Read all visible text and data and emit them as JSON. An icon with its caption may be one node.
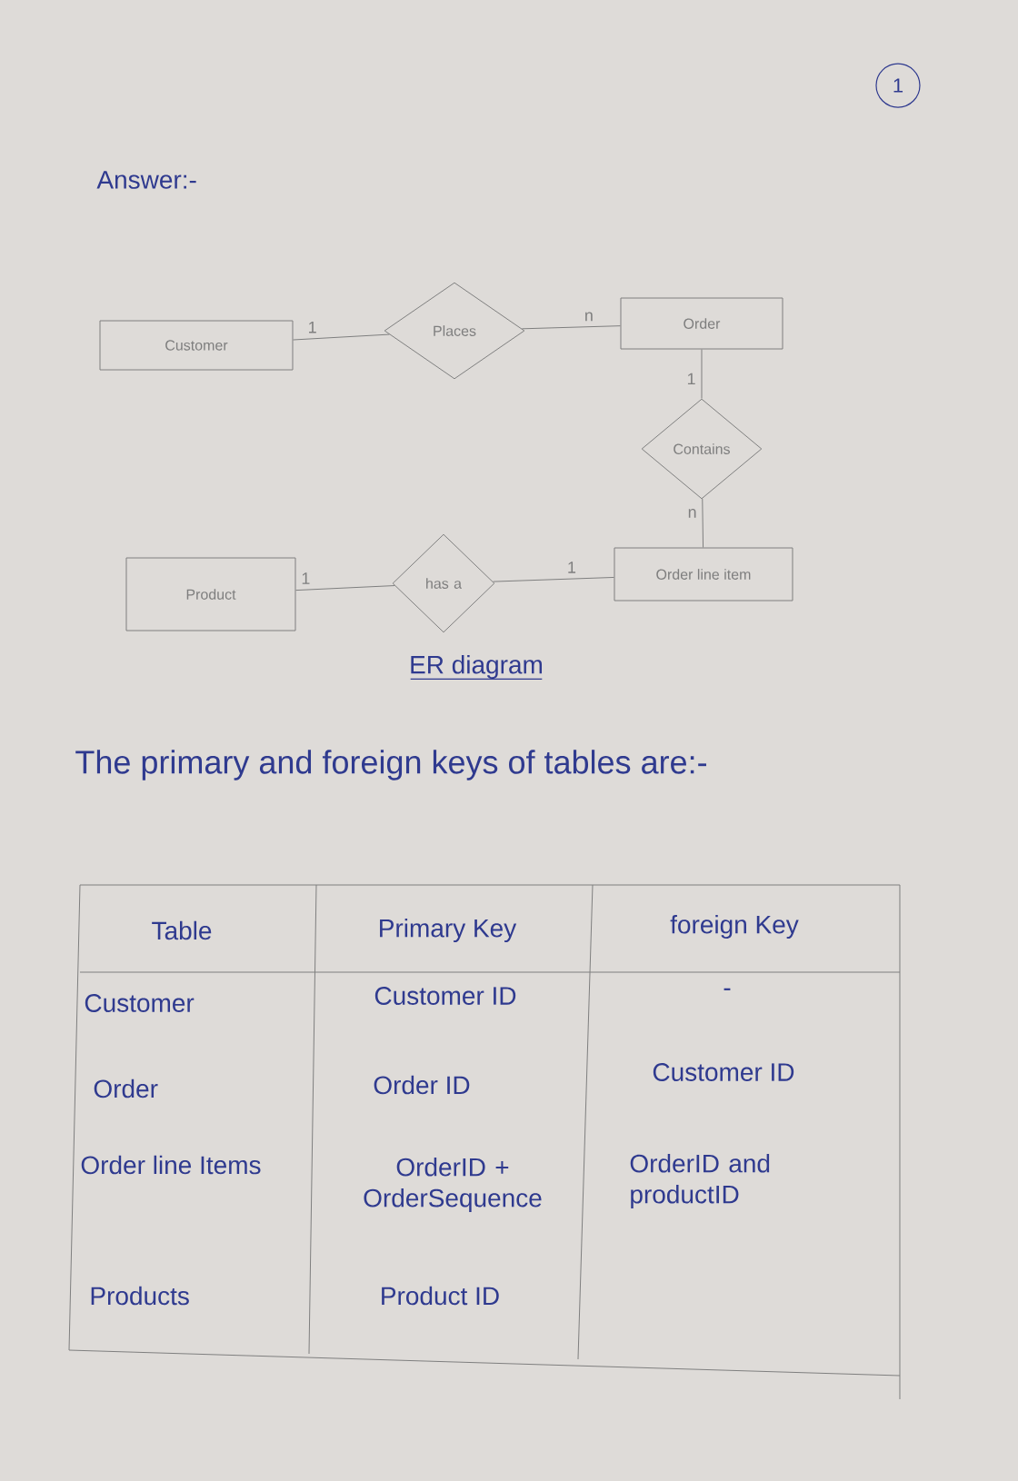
{
  "diagram": {
    "title": "Answer:-",
    "caption": "ER diagram",
    "nodes": [
      {
        "text": [
          "Customer"
        ]
      },
      {
        "text": [
          "Places"
        ]
      },
      {
        "text": [
          "Order"
        ]
      },
      {
        "text": [
          "Contains"
        ]
      },
      {
        "text": [
          "Product"
        ]
      },
      {
        "text": [
          "has a"
        ]
      },
      {
        "text": [
          "Order line item"
        ]
      }
    ],
    "edges": [
      {
        "from": 0,
        "to": 1,
        "arrow": "none",
        "label": "1"
      },
      {
        "from": 1,
        "to": 2,
        "arrow": "none",
        "label": "n"
      },
      {
        "from": 2,
        "to": 3,
        "arrow": "none",
        "label": "1"
      },
      {
        "from": 3,
        "to": 6,
        "arrow": "none",
        "label": "n"
      },
      {
        "from": 4,
        "to": 5,
        "arrow": "none",
        "label": "1"
      },
      {
        "from": 5,
        "to": 6,
        "arrow": "none",
        "label": "1"
      }
    ],
    "labels": [
      "1",
      "The primary and foreign keys of tables are:-",
      "Table",
      "Primary Key",
      "foreign Key",
      "Customer",
      "Customer ID",
      "-",
      "Order",
      "Order ID",
      "Customer ID",
      "Order line Items",
      "OrderID + OrderSequence",
      "OrderID and productID",
      "Products",
      "Product ID"
    ]
  }
}
